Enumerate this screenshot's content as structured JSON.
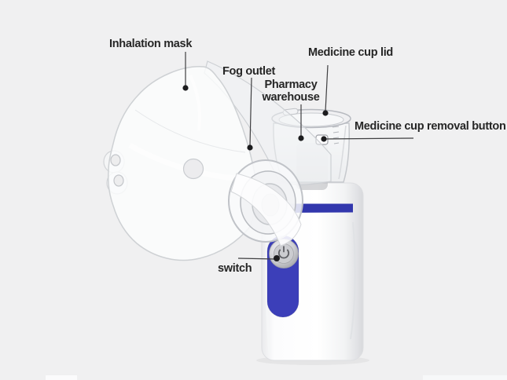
{
  "scene": {
    "description": "Annotated product diagram of a portable handheld mesh nebulizer with inhalation mask",
    "background_color": "#f0f0f1",
    "label_color": "#262626",
    "leader_line_color": "#3f3f41",
    "accent_capsule_blue": "#3c3fb9",
    "accent_stripe_blue": "#3237ad",
    "device_body_color": "#ffffff",
    "transparent_part_outline": "#c9ccd0"
  },
  "labels": {
    "inhalation_mask": "Inhalation mask",
    "fog_outlet": "Fog outlet",
    "pharmacy_warehouse": "Pharmacy\nwarehouse",
    "medicine_cup_lid": "Medicine cup lid",
    "medicine_cup_removal_button": "Medicine cup removal button",
    "switch": "switch"
  },
  "icons": {
    "power": "power-icon (⏻ glyph on round silver button)"
  }
}
